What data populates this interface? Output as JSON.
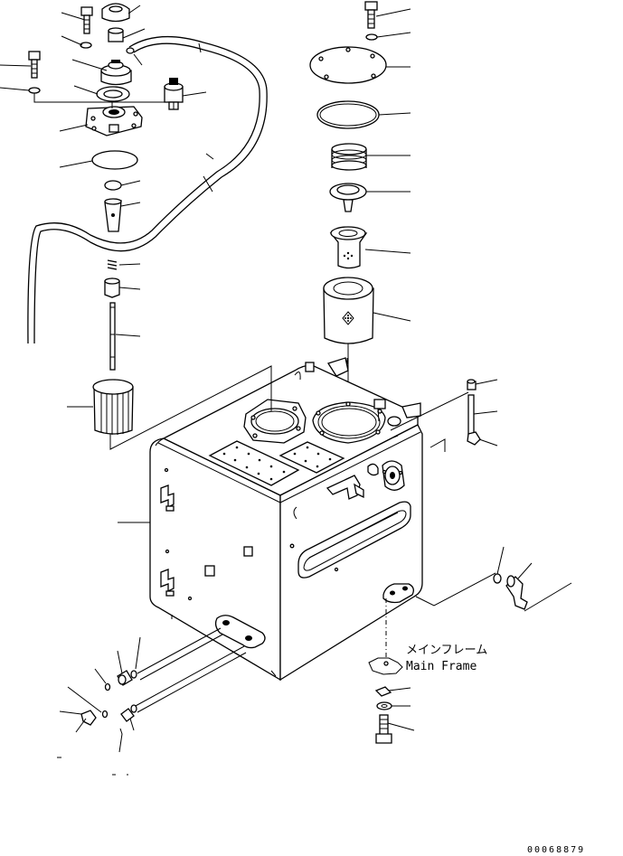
{
  "labels": {
    "main_frame_jp": "メインフレーム",
    "main_frame_en": "Main Frame"
  },
  "drawing_id": "00068879"
}
